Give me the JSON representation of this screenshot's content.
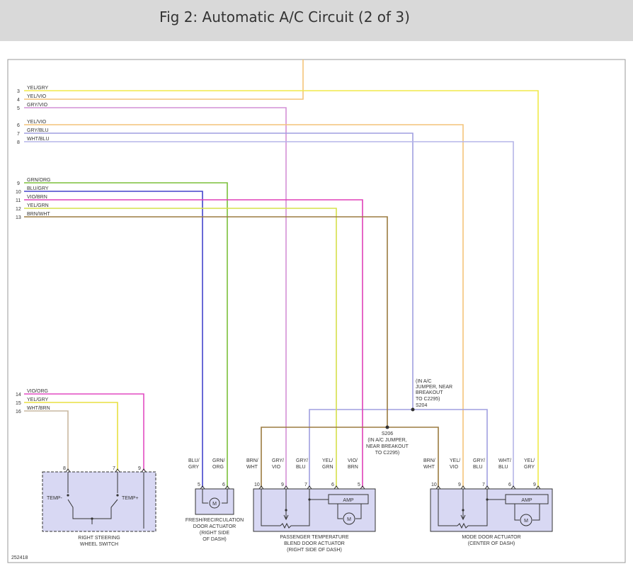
{
  "header": {
    "title": "Fig 2: Automatic A/C Circuit (2 of 3)"
  },
  "figure_id": "252418",
  "left_wires": [
    {
      "pin": "3",
      "label": "YEL/GRY",
      "color": "#f0e94a"
    },
    {
      "pin": "4",
      "label": "YEL/VIO",
      "color": "#f3c479"
    },
    {
      "pin": "5",
      "label": "GRY/VIO",
      "color": "#d38fd6"
    },
    {
      "pin": "6",
      "label": "YEL/VIO",
      "color": "#f3c479"
    },
    {
      "pin": "7",
      "label": "GRY/BLU",
      "color": "#a09fe0"
    },
    {
      "pin": "8",
      "label": "WHT/BLU",
      "color": "#b5b5e8"
    },
    {
      "pin": "9",
      "label": "GRN/ORG",
      "color": "#7bbf3a"
    },
    {
      "pin": "10",
      "label": "BLU/GRY",
      "color": "#4444cc"
    },
    {
      "pin": "11",
      "label": "VIO/BRN",
      "color": "#e040b8"
    },
    {
      "pin": "12",
      "label": "YEL/GRN",
      "color": "#d6e04a"
    },
    {
      "pin": "13",
      "label": "BRN/WHT",
      "color": "#9b7b40"
    },
    {
      "pin": "14",
      "label": "VIO/ORG",
      "color": "#e24cc2"
    },
    {
      "pin": "15",
      "label": "YEL/GRY",
      "color": "#e8e040"
    },
    {
      "pin": "16",
      "label": "WHT/BRN",
      "color": "#c9b8a0"
    }
  ],
  "splice_s204": [
    "(IN A/C",
    "JUMPER, NEAR",
    "BREAKOUT",
    "TO C2295)",
    "S204"
  ],
  "splice_s206": [
    "S206",
    "(IN A/C JUMPER,",
    "NEAR BREAKOUT",
    "TO C2295)"
  ],
  "components": {
    "steering_switch": {
      "name": [
        "RIGHT STEERING",
        "WHEEL SWITCH"
      ],
      "pins": [
        "8",
        "7",
        "9"
      ],
      "temp_minus": "TEMP-",
      "temp_plus": "TEMP+"
    },
    "fresh_recirc": {
      "name": [
        "FRESH/RECIRCULATION",
        "DOOR ACTUATOR",
        "(RIGHT SIDE",
        "OF DASH)"
      ],
      "pins": [
        "5",
        "6"
      ],
      "wire_labels": [
        [
          "BLU/",
          "GRY"
        ],
        [
          "GRN/",
          "ORG"
        ]
      ],
      "motor": "M"
    },
    "passenger_temp": {
      "name": [
        "PASSENGER TEMPERATURE",
        "BLEND DOOR ACTUATOR",
        "(RIGHT SIDE OF DASH)"
      ],
      "pins": [
        "10",
        "9",
        "7",
        "6",
        "5"
      ],
      "wire_labels": [
        [
          "BRN/",
          "WHT"
        ],
        [
          "GRY/",
          "VIO"
        ],
        [
          "GRY/",
          "BLU"
        ],
        [
          "YEL/",
          "GRN"
        ],
        [
          "VIO/",
          "BRN"
        ]
      ],
      "amp": "AMP",
      "motor": "M"
    },
    "mode_door": {
      "name": [
        "MODE DOOR ACTUATOR",
        "(CENTER OF DASH)"
      ],
      "pins": [
        "10",
        "9",
        "7",
        "6",
        "9"
      ],
      "wire_labels": [
        [
          "BRN/",
          "WHT"
        ],
        [
          "YEL/",
          "VIO"
        ],
        [
          "GRY/",
          "BLU"
        ],
        [
          "WHT/",
          "BLU"
        ],
        [
          "YEL/",
          "GRY"
        ]
      ],
      "amp": "AMP",
      "motor": "M"
    }
  }
}
